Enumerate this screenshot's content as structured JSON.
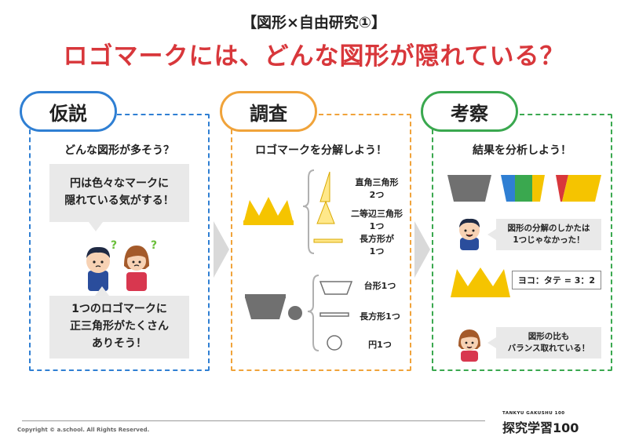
{
  "header": {
    "subtitle": "【図形×自由研究①】",
    "title": "ロゴマークには、どんな図形が隠れている？"
  },
  "panels": {
    "hypothesis": {
      "label": "仮説",
      "question": "どんな図形が多そう？",
      "bubble_top": "円は色々なマークに\n隠れている気がする！",
      "bubble_bottom": "1つのロゴマークに\n正三角形がたくさん\nありそう！"
    },
    "research": {
      "label": "調査",
      "question": "ロゴマークを分解しよう！",
      "crown_parts": [
        "直角三角形\n2つ",
        "二等辺三角形\n1つ",
        "長方形が\n1つ"
      ],
      "cup_parts": [
        "台形1つ",
        "長方形1つ",
        "円1つ"
      ]
    },
    "analysis": {
      "label": "考察",
      "question": "結果を分析しよう！",
      "bubble_boy": "図形の分解のしかたは\n1つじゃなかった！",
      "ratio": "ヨコ：タテ = 3：2",
      "bubble_girl": "図形の比も\nバランス取れている！"
    }
  },
  "colors": {
    "title_red": "#d8373b",
    "hypothesis_blue": "#2f7fd3",
    "research_orange": "#f0a33a",
    "analysis_green": "#3aa84f",
    "crown_yellow": "#f5c400",
    "cup_gray": "#707070"
  },
  "footer": {
    "copyright": "Copyright © a.school. All Rights Reserved.",
    "logo_sub": "TANKYU GAKUSHU 100",
    "logo_main": "探究学習100"
  }
}
